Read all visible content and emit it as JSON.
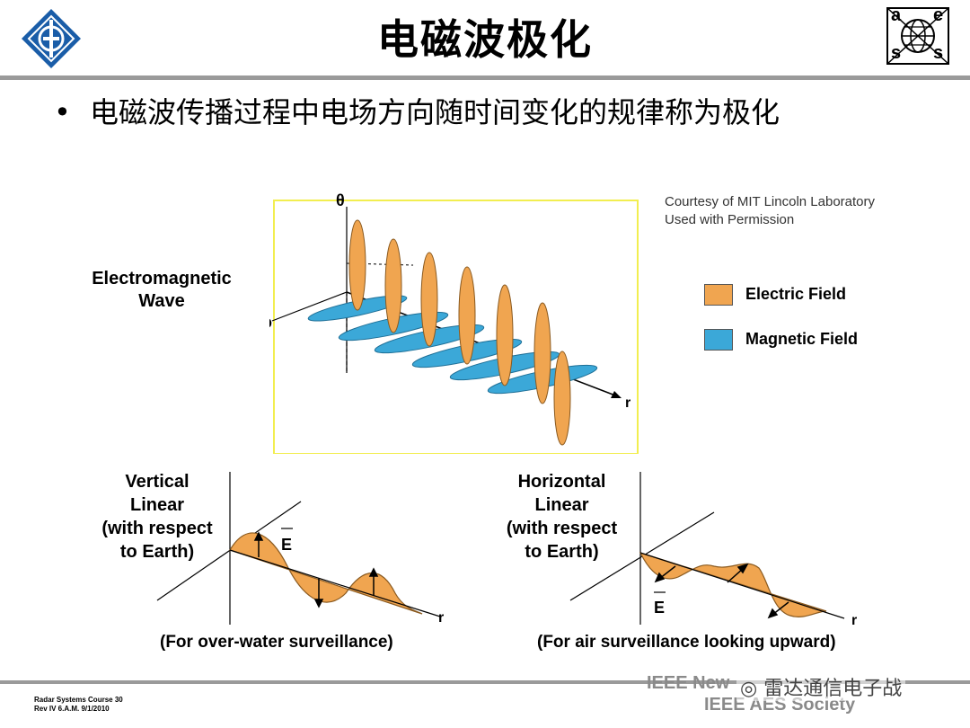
{
  "header": {
    "title": "电磁波极化",
    "left_logo_icon": "ieee-diamond-logo-icon",
    "right_logo_icon": "aess-globe-logo-icon",
    "right_logo_letters": [
      "a",
      "e",
      "s",
      "s"
    ]
  },
  "bullet": {
    "text": "电磁波传播过程中电场方向随时间变化的规律称为极化"
  },
  "figure": {
    "credit_line1": "Courtesy of MIT Lincoln Laboratory",
    "credit_line2": "Used with Permission",
    "wave_label": "Electromagnetic Wave",
    "axis_theta": "θ",
    "axis_phi": "ϕ",
    "axis_r": "r",
    "legend": [
      {
        "label": "Electric Field",
        "color": "#F0A550"
      },
      {
        "label": "Magnetic Field",
        "color": "#3BA8D8"
      }
    ]
  },
  "vertical": {
    "label_line1": "Vertical",
    "label_line2": "Linear",
    "label_line3": "(with respect",
    "label_line4": "to Earth)",
    "vector_label": "E",
    "axis_r": "r",
    "caption": "(For over-water surveillance)"
  },
  "horizontal": {
    "label_line1": "Horizontal",
    "label_line2": "Linear",
    "label_line3": "(with respect",
    "label_line4": "to Earth)",
    "vector_label": "E",
    "axis_r": "r",
    "caption": "(For air surveillance looking upward)"
  },
  "footer": {
    "course_line1": "Radar Systems Course   30",
    "course_line2": "Rev IV 6.A.M. 9/1/2010",
    "society_line1": "IEEE New",
    "society_line2": "IEEE AES Society",
    "watermark": "雷达通信电子战"
  },
  "colors": {
    "electric": "#F0A550",
    "electric_dark": "#E8901F",
    "magnetic": "#3BA8D8",
    "rule_gray": "#9a9a9a",
    "frame_yellow": "#F2EE50",
    "logo_blue": "#1A5DA8"
  }
}
